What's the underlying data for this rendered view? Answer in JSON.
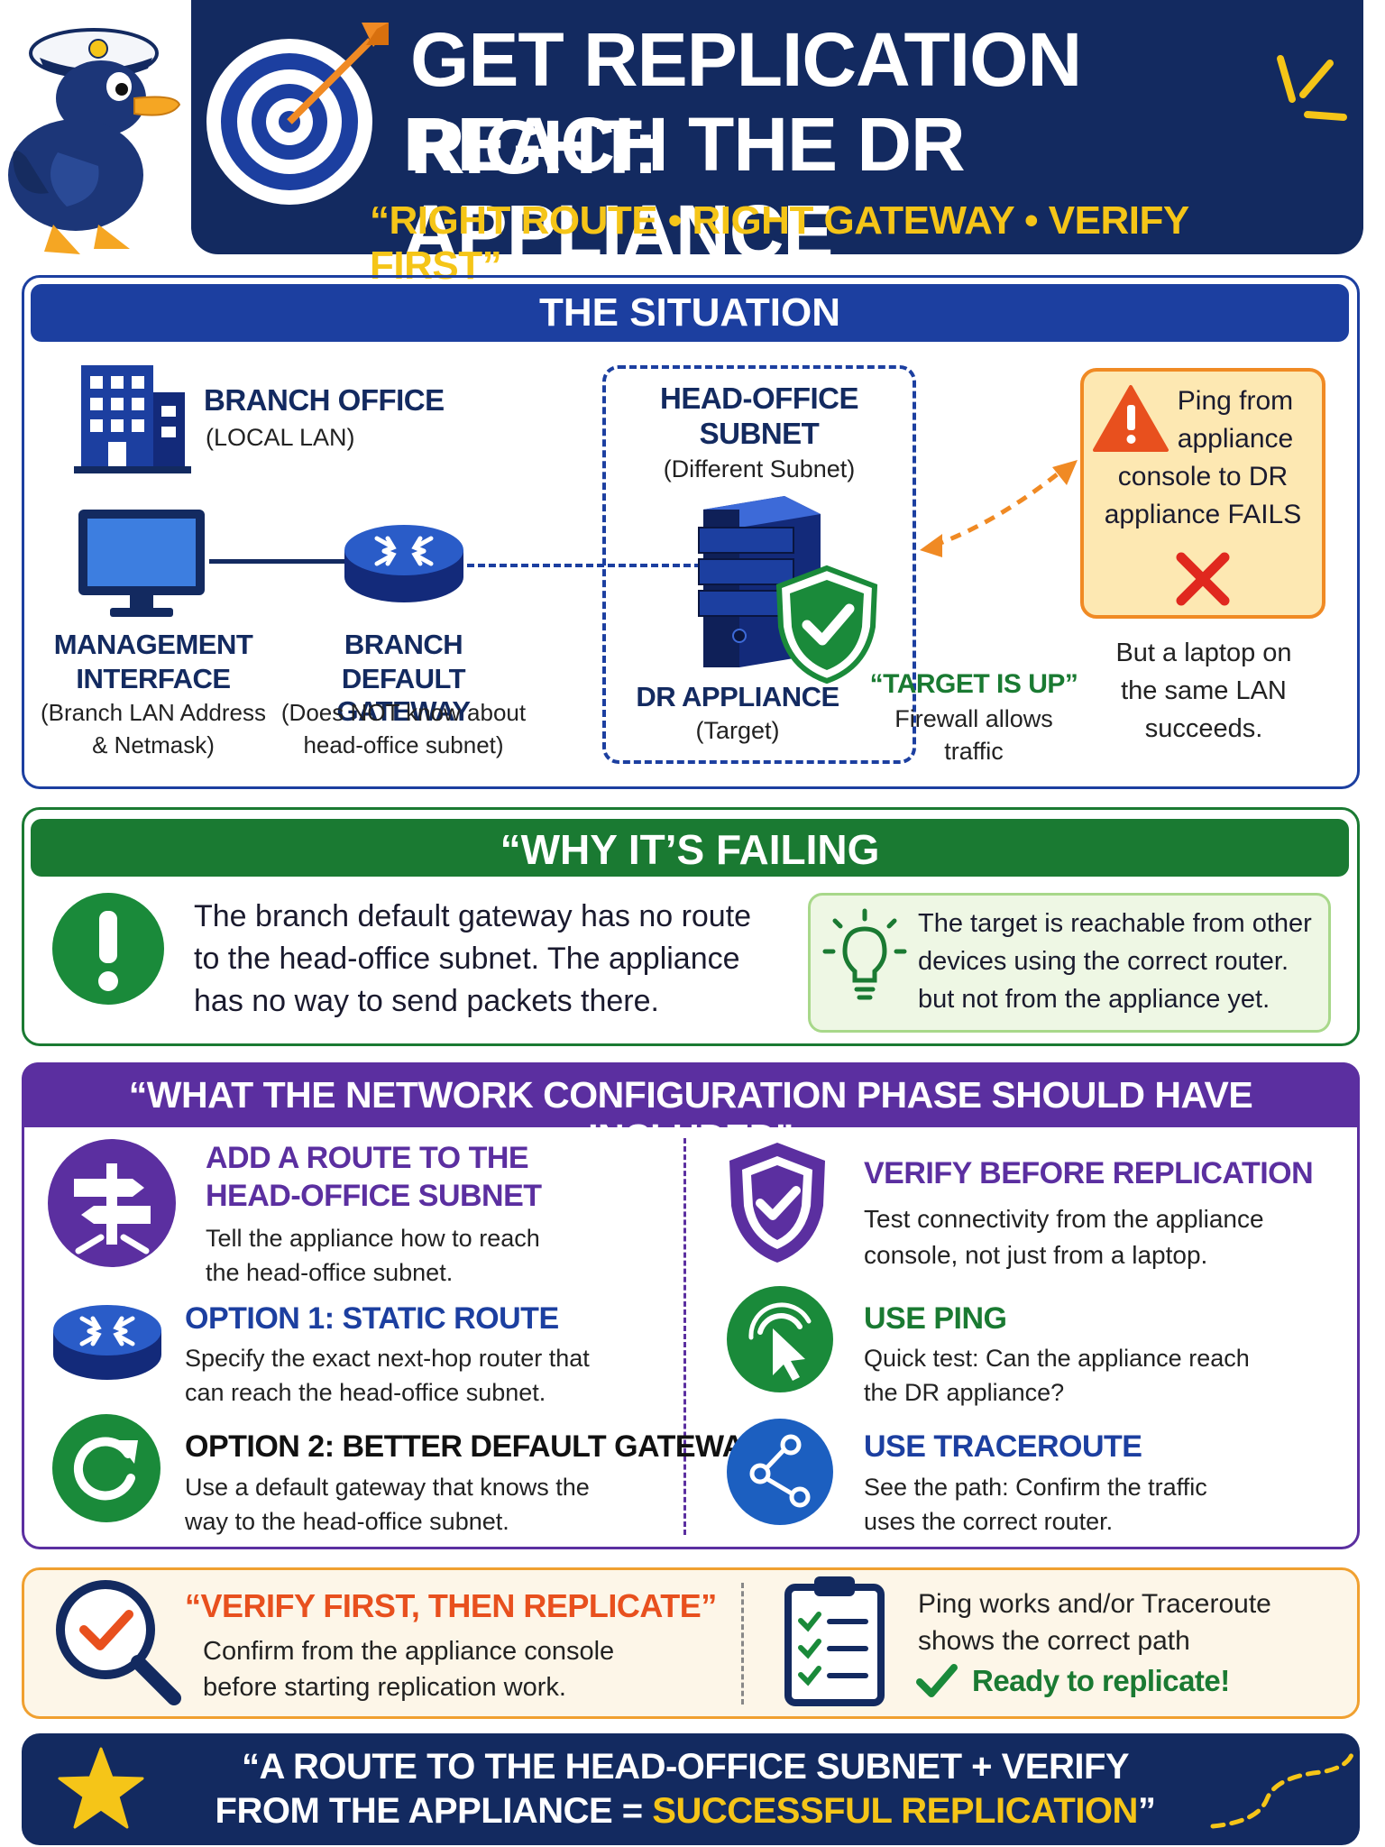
{
  "header": {
    "title_line1": "GET REPLICATION RIGHT:",
    "title_line2": "REACH THE DR APPLIANCE",
    "subtitle": "“RIGHT ROUTE • RIGHT GATEWAY • VERIFY FIRST”"
  },
  "situation": {
    "title": "THE SITUATION",
    "branch_office": {
      "title": "BRANCH OFFICE",
      "sub": "(LOCAL LAN)"
    },
    "mgmt": {
      "title1": "MANAGEMENT",
      "title2": "INTERFACE",
      "sub1": "(Branch LAN Address",
      "sub2": "& Netmask)"
    },
    "gateway": {
      "title1": "BRANCH",
      "title2": "DEFAULT GATEWAY",
      "sub1": "(Does NOT know about",
      "sub2": "head-office subnet)"
    },
    "head_office": {
      "title1": "HEAD-OFFICE",
      "title2": "SUBNET",
      "sub": "(Different Subnet)"
    },
    "dr": {
      "title": "DR APPLIANCE",
      "sub": "(Target)"
    },
    "target_up": {
      "title": "“TARGET IS UP”",
      "sub1": "Firewall allows",
      "sub2": "traffic"
    },
    "warning": {
      "line1": "Ping from",
      "line2": "appliance",
      "line3": "console to DR",
      "line4": "appliance FAILS"
    },
    "laptop": {
      "line1": "But a laptop on",
      "line2": "the same LAN",
      "line3": "succeeds."
    }
  },
  "why": {
    "title": "“WHY IT’S FAILING",
    "text1": "The branch default gateway has no route",
    "text2": "to the head-office subnet. The appliance",
    "text3": "has no way to send packets there.",
    "tip1": "The target is reachable from other",
    "tip2": "devices using the correct router.",
    "tip3": "but not from the appliance yet."
  },
  "config": {
    "title": "“WHAT THE NETWORK CONFIGURATION PHASE SHOULD HAVE INCLUDED”",
    "add_route": {
      "h1": "ADD A ROUTE TO THE",
      "h2": "HEAD-OFFICE SUBNET",
      "t1": "Tell the appliance how to reach",
      "t2": "the head-office subnet."
    },
    "option1": {
      "h": "OPTION 1: STATIC ROUTE",
      "t1": "Specify the exact next-hop router that",
      "t2": "can reach the head-office subnet."
    },
    "option2": {
      "h": "OPTION 2: BETTER DEFAULT GATEWAY",
      "t1": "Use a default gateway that knows the",
      "t2": "way to the head-office subnet."
    },
    "verify": {
      "h": "VERIFY BEFORE REPLICATION",
      "t1": "Test connectivity from the appliance",
      "t2": "console, not just from a laptop."
    },
    "ping": {
      "h": "USE PING",
      "t1": "Quick test: Can the appliance reach",
      "t2": "the DR appliance?"
    },
    "traceroute": {
      "h": "USE TRACEROUTE",
      "t1": "See the path: Confirm the traffic",
      "t2": "uses the correct router."
    }
  },
  "verify_first": {
    "h": "“VERIFY FIRST, THEN REPLICATE”",
    "t1": "Confirm from the appliance console",
    "t2": "before starting replication work.",
    "c1": "Ping works and/or Traceroute",
    "c2": "shows the correct path",
    "ready": "Ready to replicate!"
  },
  "footer": {
    "line1": "“A ROUTE TO THE HEAD-OFFICE SUBNET + VERIFY",
    "line2_pre": "FROM THE APPLIANCE = ",
    "line2_hl": "SUCCESSFUL REPLICATION",
    "line2_post": "”"
  },
  "colors": {
    "navy": "#132a60",
    "blue": "#1c3fa0",
    "green": "#1a7a32",
    "purple": "#5b2fa0",
    "orange": "#f08a24",
    "gold": "#f5c518",
    "red": "#e0281e"
  }
}
